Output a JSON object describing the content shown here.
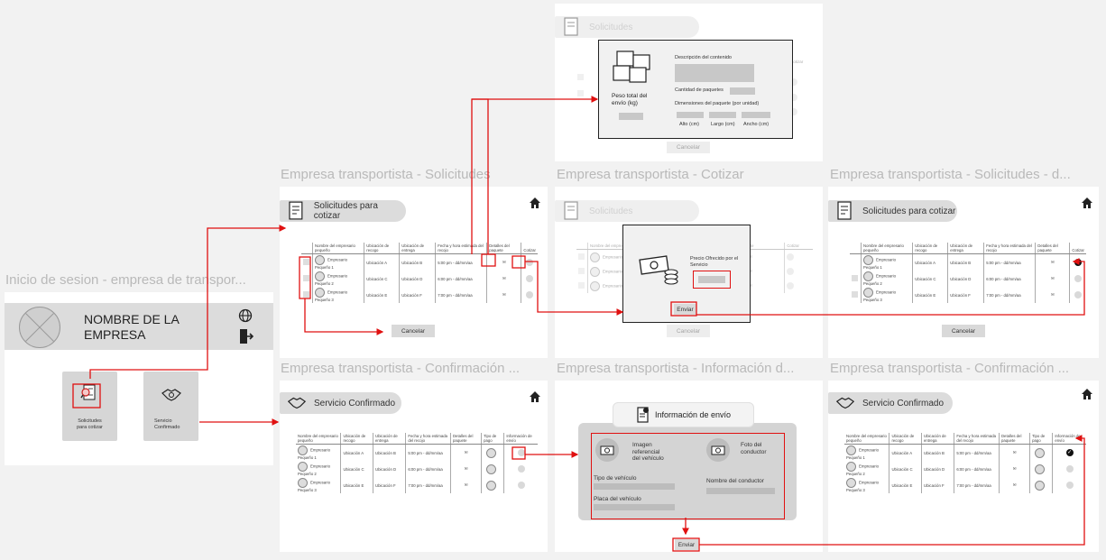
{
  "login": {
    "title": "Inicio de sesion - empresa de transpor...",
    "company_name_line1": "NOMBRE DE LA",
    "company_name_line2": "EMPRESA",
    "btn_quote_line1": "Solicitudes",
    "btn_quote_line2": "para cotizar",
    "btn_confirmed_line1": "Servicio",
    "btn_confirmed_line2": "Confirmado"
  },
  "frames": {
    "solicitudes_title": "Empresa transportista - Solicitudes",
    "cotizar_title": "Empresa transportista - Cotizar",
    "solicitudes_d_title": "Empresa transportista - Solicitudes - d...",
    "confirm1_title": "Empresa transportista - Confirmación ...",
    "info_title": "Empresa transportista - Información d...",
    "confirm2_title": "Empresa transportista - Confirmación ..."
  },
  "headers": {
    "solicitudes_cotizar": "Solicitudes para cotizar",
    "solicitudes": "Solicitudes",
    "servicio_confirmado": "Servicio Confirmado"
  },
  "quote_table": {
    "columns": [
      "Nombre del empresario pequeño",
      "Ubicación de recogo",
      "Ubicación de entrega",
      "Fecha y hora estimada del recojo",
      "Detalles del paquete",
      "Cotizar"
    ],
    "rows": [
      {
        "name": "Empresario Pequeño 1",
        "pickup": "Ubicación A",
        "drop": "Ubicación B",
        "time": "5:00 pm - dd/mm/aa"
      },
      {
        "name": "Empresario Pequeño 2",
        "pickup": "Ubicación C",
        "drop": "Ubicación D",
        "time": "6:00 pm - dd/mm/aa"
      },
      {
        "name": "Empresario Pequeño 3",
        "pickup": "Ubicación E",
        "drop": "Ubicación F",
        "time": "7:00 pm - dd/mm/aa"
      }
    ]
  },
  "confirm_table": {
    "columns": [
      "Nombre del empresario pequeño",
      "Ubicación de recogo",
      "Ubicación de entrega",
      "Fecha y hora estimada del recojo",
      "Detalles del paquete",
      "Tipo de pago",
      "Información de envío"
    ],
    "rows": [
      {
        "name": "Empresario Pequeño 1",
        "pickup": "Ubicación A",
        "drop": "Ubicación B",
        "time": "5:00 pm - dd/mm/aa"
      },
      {
        "name": "Empresario Pequeño 2",
        "pickup": "Ubicación C",
        "drop": "Ubicación D",
        "time": "6:00 pm - dd/mm/aa"
      },
      {
        "name": "Empresario Pequeño 3",
        "pickup": "Ubicación E",
        "drop": "Ubicación F",
        "time": "7:00 pm - dd/mm/aa"
      }
    ]
  },
  "buttons": {
    "cancelar": "Cancelar",
    "enviar": "Enviar"
  },
  "package_modal": {
    "peso_line1": "Peso total del",
    "peso_line2": "envío (kg)",
    "descripcion": "Descripción del contenido",
    "cantidad": "Cantidad de paquetes",
    "dimensiones": "Dimensiones del paquete (por unidad)",
    "alto": "Alto (cm)",
    "largo": "Largo (cm)",
    "ancho": "Ancho (cm)"
  },
  "price_modal": {
    "line1": "Precio Ofrecido por el",
    "line2": "Servicio"
  },
  "info_panel": {
    "title": "Información de envío",
    "vehicle_photo_line1": "Imagen",
    "vehicle_photo_line2": "referencial",
    "vehicle_photo_line3": "del vehículo",
    "driver_photo_line1": "Foto del",
    "driver_photo_line2": "conductor",
    "tipo": "Tipo de vehículo",
    "placa": "Placa del vehículo",
    "conductor": "Nombre del conductor"
  },
  "colors": {
    "link": "#e01010",
    "panel": "#d9d9d9",
    "frame_title": "#b9b9b9"
  }
}
